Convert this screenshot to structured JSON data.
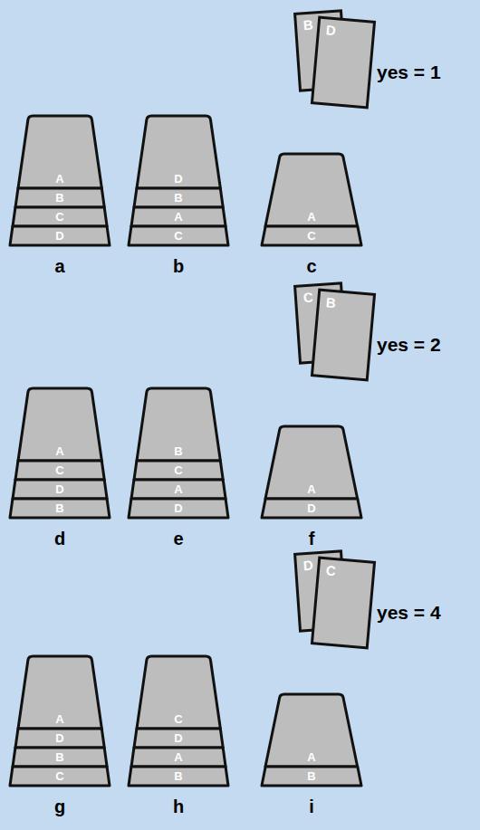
{
  "diagram": {
    "nodes": [
      {
        "text": [
          "B"
        ]
      },
      {
        "text": [
          "D"
        ]
      },
      {
        "text": [
          "A"
        ]
      },
      {
        "text": [
          "B"
        ]
      },
      {
        "text": [
          "C"
        ]
      },
      {
        "text": [
          "D"
        ]
      },
      {
        "text": [
          "D"
        ]
      },
      {
        "text": [
          "B"
        ]
      },
      {
        "text": [
          "A"
        ]
      },
      {
        "text": [
          "C"
        ]
      },
      {
        "text": [
          "A"
        ]
      },
      {
        "text": [
          "C"
        ]
      },
      {
        "text": [
          "C"
        ]
      },
      {
        "text": [
          "B"
        ]
      },
      {
        "text": [
          "A"
        ]
      },
      {
        "text": [
          "C"
        ]
      },
      {
        "text": [
          "D"
        ]
      },
      {
        "text": [
          "B"
        ]
      },
      {
        "text": [
          "B"
        ]
      },
      {
        "text": [
          "C"
        ]
      },
      {
        "text": [
          "A"
        ]
      },
      {
        "text": [
          "D"
        ]
      },
      {
        "text": [
          "A"
        ]
      },
      {
        "text": [
          "D"
        ]
      },
      {
        "text": [
          "D"
        ]
      },
      {
        "text": [
          "C"
        ]
      },
      {
        "text": [
          "A"
        ]
      },
      {
        "text": [
          "D"
        ]
      },
      {
        "text": [
          "B"
        ]
      },
      {
        "text": [
          "C"
        ]
      },
      {
        "text": [
          "C"
        ]
      },
      {
        "text": [
          "D"
        ]
      },
      {
        "text": [
          "A"
        ]
      },
      {
        "text": [
          "B"
        ]
      },
      {
        "text": [
          "A"
        ]
      },
      {
        "text": [
          "B"
        ]
      }
    ],
    "labels": [
      "yes = 1",
      "a",
      "b",
      "c",
      "yes = 2",
      "d",
      "e",
      "f",
      "yes = 4",
      "g",
      "h",
      "i"
    ]
  }
}
